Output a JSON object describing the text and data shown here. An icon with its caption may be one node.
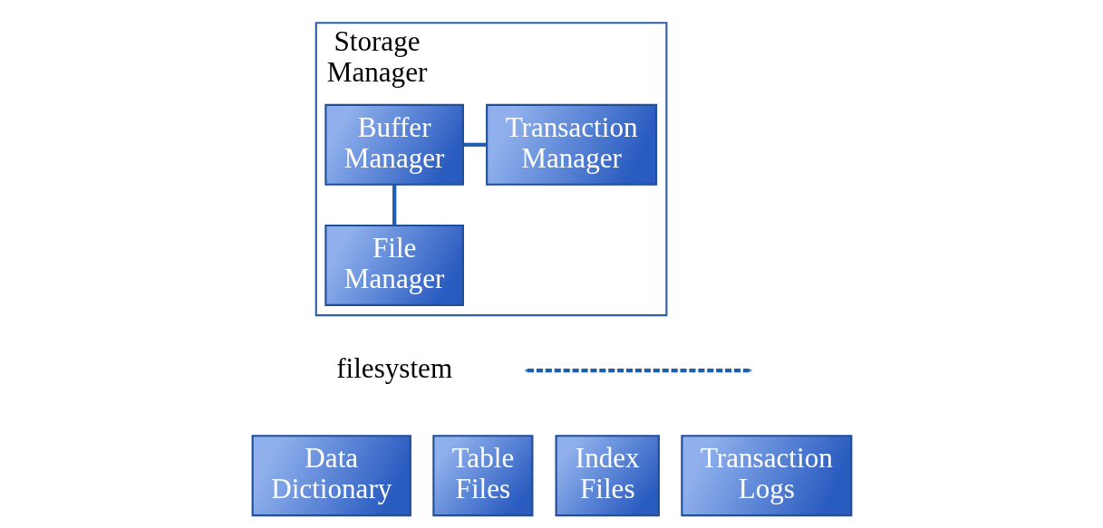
{
  "diagram": {
    "nodes": [
      {
        "text": [
          "Storage Manager"
        ]
      },
      {
        "text": [
          "Buffer Manager"
        ],
        "in": 0
      },
      {
        "text": [
          "Transaction Manager"
        ],
        "in": 0
      },
      {
        "text": [
          "File Manager"
        ],
        "in": 0
      },
      {
        "text": [
          "Data Dictionary"
        ]
      },
      {
        "text": [
          "Table Files"
        ]
      },
      {
        "text": [
          "Index Files"
        ]
      },
      {
        "text": [
          "Transaction Logs"
        ]
      }
    ],
    "edges": [
      {
        "from": 1,
        "to": 2,
        "arrow": "none"
      },
      {
        "from": 1,
        "to": 3,
        "arrow": "none"
      }
    ],
    "labels": [
      "filesystem"
    ]
  }
}
